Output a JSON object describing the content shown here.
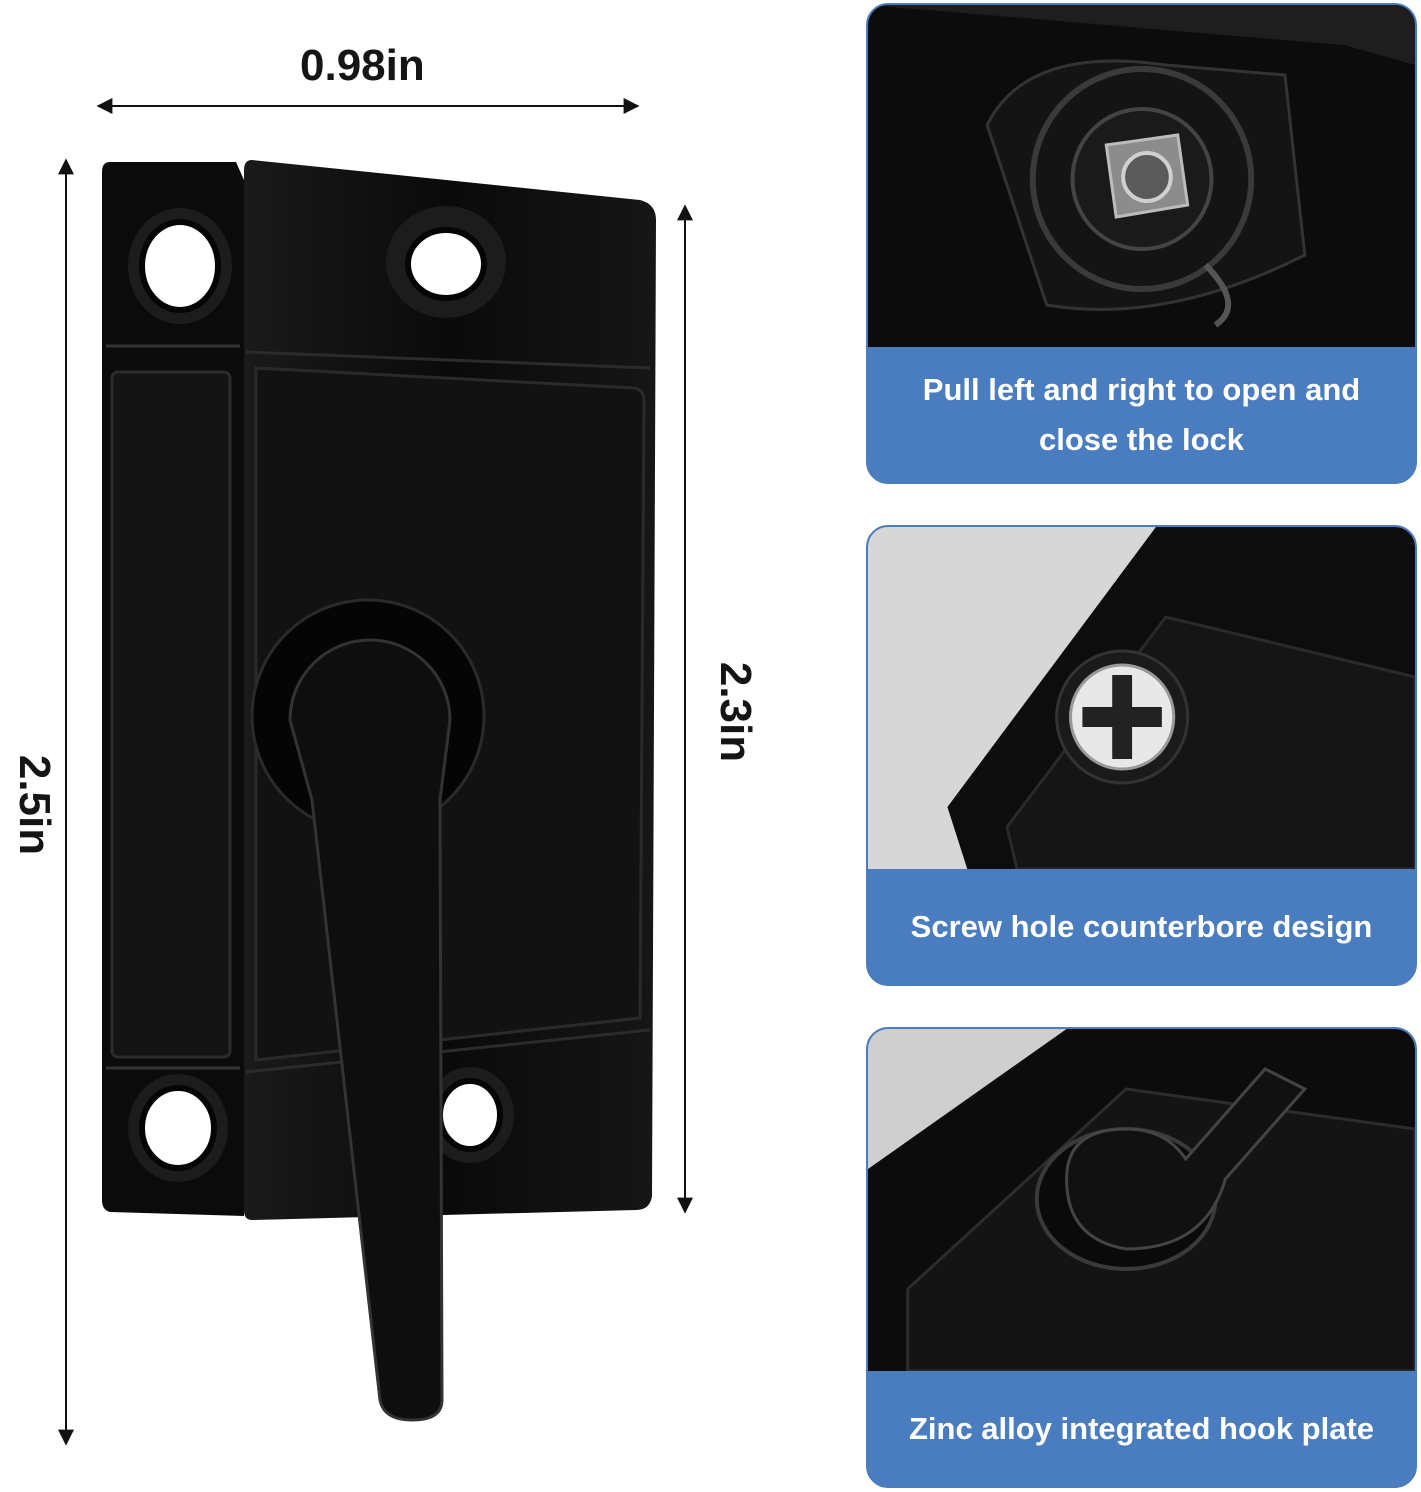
{
  "dimensions": {
    "width": "0.98in",
    "height_total": "2.5in",
    "height_body": "2.3in"
  },
  "features": [
    {
      "caption": "Pull left and right to open and close the lock"
    },
    {
      "caption": "Screw hole counterbore design"
    },
    {
      "caption": "Zinc alloy integrated hook plate"
    }
  ],
  "colors": {
    "caption_band": "#4a7cc0",
    "latch_body": "#0c0c0c",
    "photo_background": "#d9d9d9",
    "caption_text": "#ffffff"
  }
}
